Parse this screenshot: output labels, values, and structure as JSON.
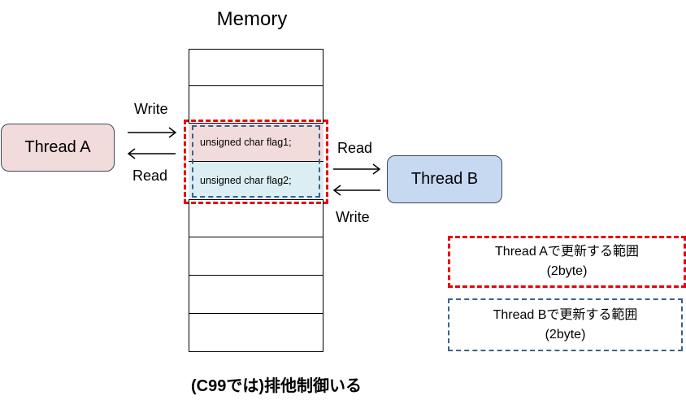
{
  "memory": {
    "title": "Memory",
    "flag1": "unsigned char flag1;",
    "flag2": "unsigned char flag2;"
  },
  "thread_a": {
    "label": "Thread A",
    "write": "Write",
    "read": "Read"
  },
  "thread_b": {
    "label": "Thread B",
    "read": "Read",
    "write": "Write"
  },
  "legend": {
    "a_line1": "Thread Aで更新する範囲",
    "a_line2": "(2byte)",
    "b_line1": "Thread Bで更新する範囲",
    "b_line2": "(2byte)"
  },
  "caption": "(C99では)排他制御いる",
  "colors": {
    "thread_a_fill": "#f2dcdb",
    "thread_b_fill": "#c6d9f1",
    "flag1_fill": "#f2dcdb",
    "flag2_fill": "#dbeef4",
    "range_a": "#e8000b",
    "range_b": "#3b6189"
  }
}
